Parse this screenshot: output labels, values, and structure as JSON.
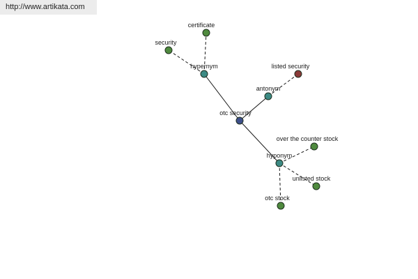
{
  "source_url": "http://www.artikata.com",
  "graph": {
    "nodes": [
      {
        "id": "certificate",
        "label": "certificate",
        "kind": "leaf",
        "color": "#4f8a3e"
      },
      {
        "id": "security",
        "label": "security",
        "kind": "leaf",
        "color": "#4f8a3e"
      },
      {
        "id": "hypernym",
        "label": "hypernym",
        "kind": "relation",
        "color": "#3c8a84"
      },
      {
        "id": "listed-security",
        "label": "listed security",
        "kind": "antonym-leaf",
        "color": "#8a3a38"
      },
      {
        "id": "antonym",
        "label": "antonym",
        "kind": "relation",
        "color": "#3c8a84"
      },
      {
        "id": "otc-security",
        "label": "otc security",
        "kind": "root",
        "color": "#3e4f8a"
      },
      {
        "id": "over-the-counter-stock",
        "label": "over the counter stock",
        "kind": "leaf",
        "color": "#4f8a3e"
      },
      {
        "id": "hyponym",
        "label": "hyponym",
        "kind": "relation",
        "color": "#3c8a84"
      },
      {
        "id": "unlisted-stock",
        "label": "unlisted stock",
        "kind": "leaf",
        "color": "#4f8a3e"
      },
      {
        "id": "otc-stock",
        "label": "otc stock",
        "kind": "leaf",
        "color": "#4f8a3e"
      }
    ],
    "edges": [
      {
        "from": "otc-security",
        "to": "hypernym",
        "style": "solid"
      },
      {
        "from": "otc-security",
        "to": "antonym",
        "style": "solid"
      },
      {
        "from": "otc-security",
        "to": "hyponym",
        "style": "solid"
      },
      {
        "from": "hypernym",
        "to": "certificate",
        "style": "dashed"
      },
      {
        "from": "hypernym",
        "to": "security",
        "style": "dashed"
      },
      {
        "from": "antonym",
        "to": "listed-security",
        "style": "dashed"
      },
      {
        "from": "hyponym",
        "to": "over-the-counter-stock",
        "style": "dashed"
      },
      {
        "from": "hyponym",
        "to": "unlisted-stock",
        "style": "dashed"
      },
      {
        "from": "hyponym",
        "to": "otc-stock",
        "style": "dashed"
      }
    ]
  }
}
